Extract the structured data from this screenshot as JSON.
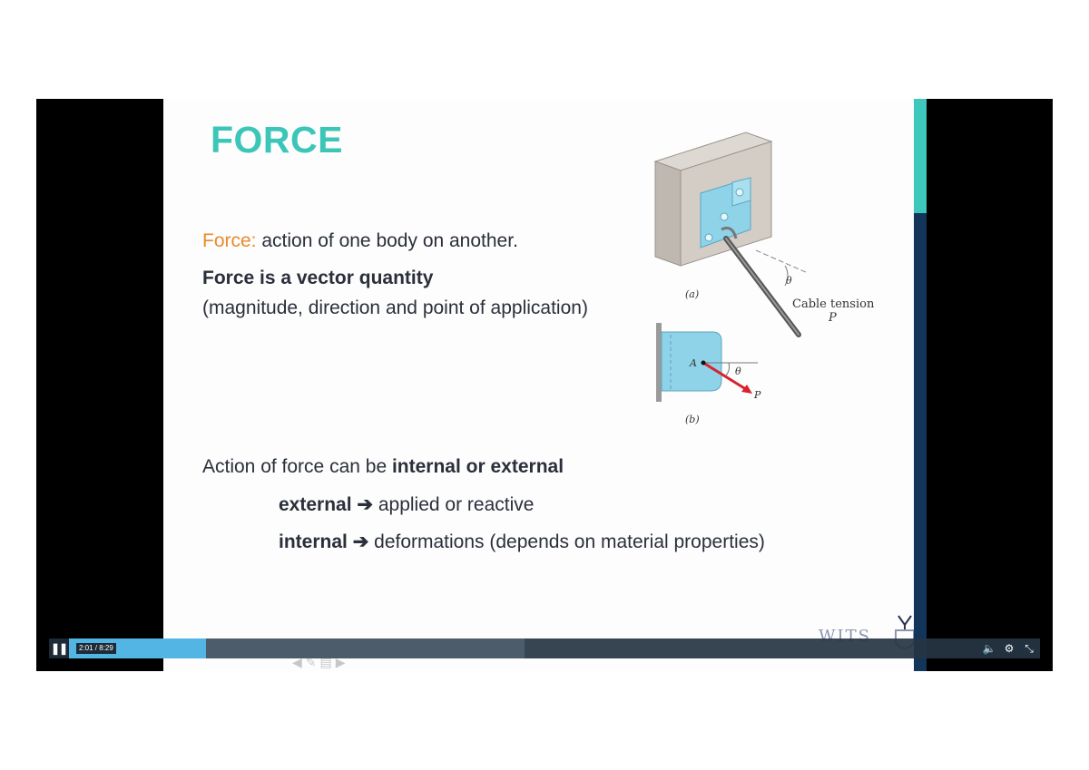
{
  "slide": {
    "title": "FORCE",
    "def_term": "Force:",
    "def_text": " action of one body on another.",
    "vector_line": "Force is a vector quantity",
    "vector_detail": "(magnitude, direction and point of application)",
    "action_prefix": "Action of force can be ",
    "action_bold": "internal or external",
    "external_term": "external",
    "external_text": " applied or reactive",
    "internal_term": "internal",
    "internal_text": " deformations (depends on material properties)",
    "arrow_glyph": "➔"
  },
  "figure": {
    "label_a": "(a)",
    "label_b": "(b)",
    "theta": "θ",
    "cable_line1": "Cable tension",
    "cable_line2": "P",
    "point_a": "A",
    "force_p": "P"
  },
  "logo": {
    "text": "WITS"
  },
  "player": {
    "time": "2:01 / 8:29",
    "progress_fraction": 0.15,
    "buffered_fraction": 0.5,
    "pause_icon": "❚❚",
    "volume_icon": "🔈",
    "settings_icon": "⚙",
    "exit_fullscreen_icon": "⤡"
  },
  "colors": {
    "title": "#3cc6b8",
    "accent_orange": "#ea8a2a",
    "progress": "#52b5e4",
    "strip": "#13355a",
    "strip_accent": "#3ec8bc",
    "plate": "#8fd3e8",
    "arrow_red": "#d8222e"
  }
}
